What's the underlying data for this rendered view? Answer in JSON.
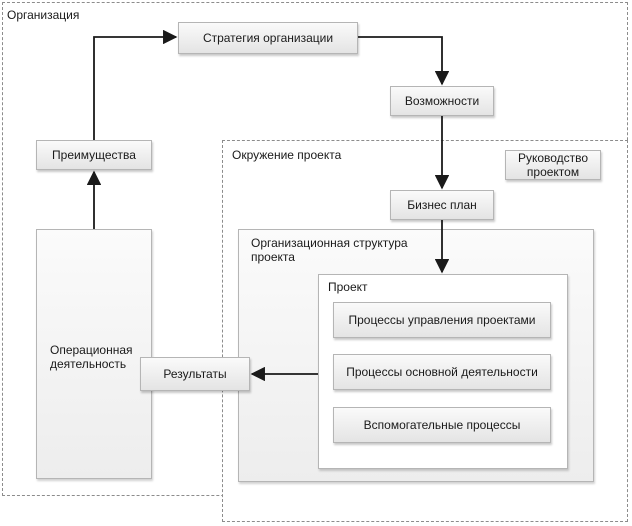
{
  "organization": {
    "label": "Организация"
  },
  "project_env": {
    "label": "Окружение проекта"
  },
  "boxes": {
    "strategy": "Стратегия организации",
    "opportunities": "Возможности",
    "advantages": "Преимущества",
    "pm": "Руководство проектом",
    "business_plan": "Бизнес план",
    "operations": "Операционная деятельность",
    "results": "Результаты"
  },
  "org_structure": {
    "label": "Организационная структура проекта"
  },
  "project": {
    "label": "Проект",
    "processes": [
      "Процессы управления проектами",
      "Процессы основной деятельности",
      "Вспомогательные процессы"
    ]
  }
}
